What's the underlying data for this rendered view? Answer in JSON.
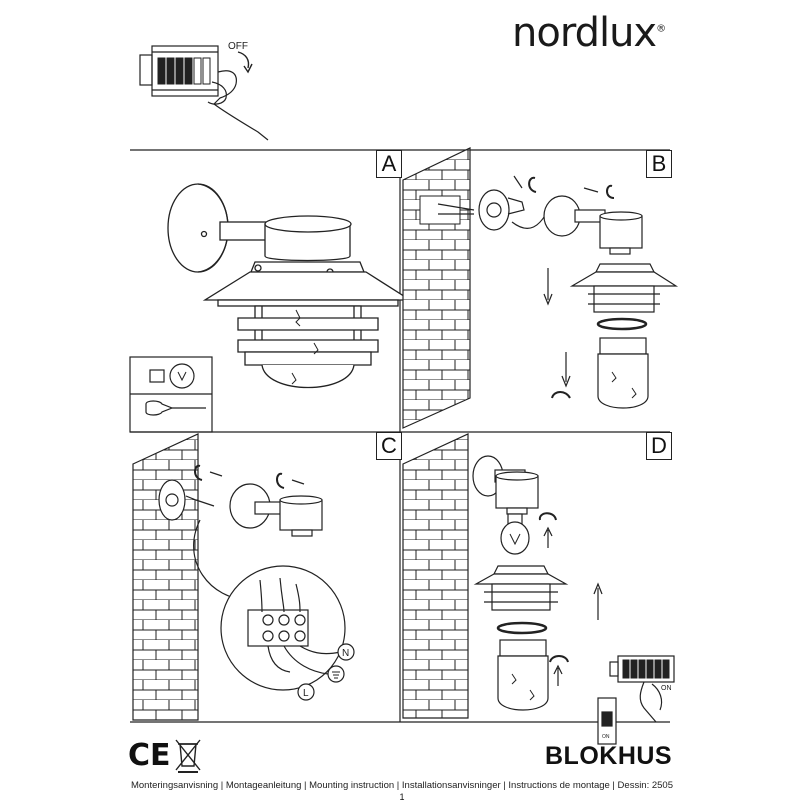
{
  "brand": {
    "name": "nordlux",
    "trademark": "®"
  },
  "steps": {
    "a": "A",
    "b": "B",
    "c": "C",
    "d": "D"
  },
  "labels": {
    "off": "OFF",
    "on": "ON",
    "on_small": "ON",
    "neutral": "N",
    "live": "L"
  },
  "product_name": "BLOKHUS",
  "footer": "Monteringsanvisning | Montageanleitung | Mounting instruction | Installationsanvisninger | Instructions de montage | Dessin: 2505",
  "page_number": "1",
  "marks": {
    "ce": "CE"
  }
}
